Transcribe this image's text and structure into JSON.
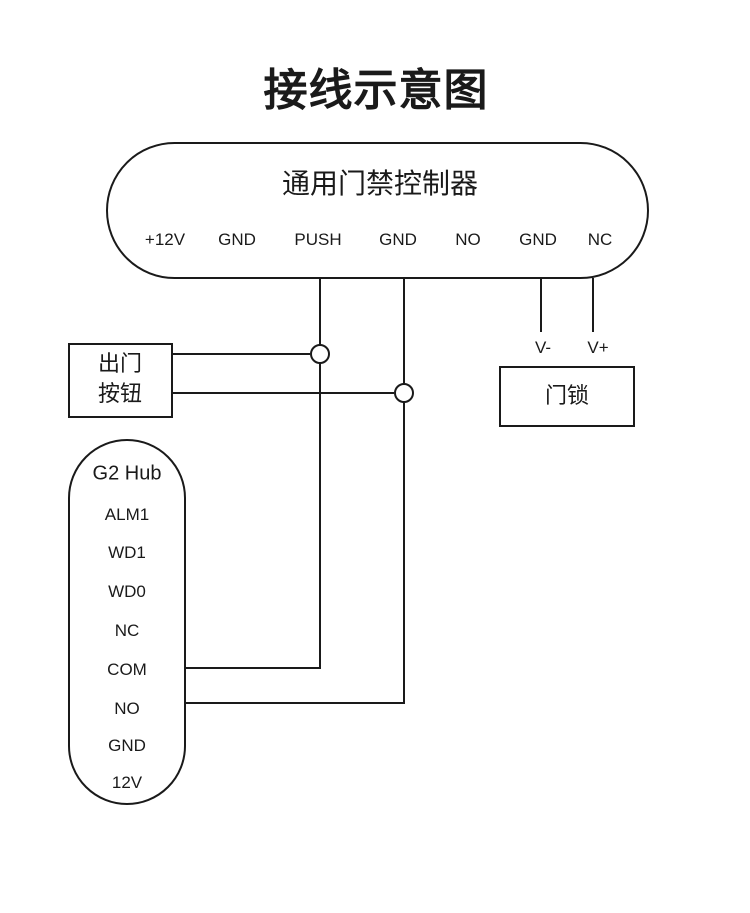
{
  "title": "接线示意图",
  "controller": {
    "name": "通用门禁控制器",
    "terminals": [
      "+12V",
      "GND",
      "PUSH",
      "GND",
      "NO",
      "GND",
      "NC"
    ]
  },
  "exit_button": {
    "line1": "出门",
    "line2": "按钮"
  },
  "door_lock": {
    "name": "门锁",
    "pins": [
      "V-",
      "V+"
    ]
  },
  "hub": {
    "name": "G2 Hub",
    "pins": [
      "ALM1",
      "WD1",
      "WD0",
      "NC",
      "COM",
      "NO",
      "GND",
      "12V"
    ]
  },
  "connections": [
    {
      "from": "exit_button.top",
      "to": "controller.PUSH"
    },
    {
      "from": "exit_button.bottom",
      "to": "controller.GND(2)"
    },
    {
      "from": "hub.COM",
      "to": "controller.PUSH"
    },
    {
      "from": "hub.NO",
      "to": "controller.GND(2)"
    },
    {
      "from": "door_lock.V-",
      "to": "controller.GND(3)"
    },
    {
      "from": "door_lock.V+",
      "to": "controller.NC"
    }
  ],
  "colors": {
    "line": "#1a1a1a",
    "background": "#ffffff"
  }
}
